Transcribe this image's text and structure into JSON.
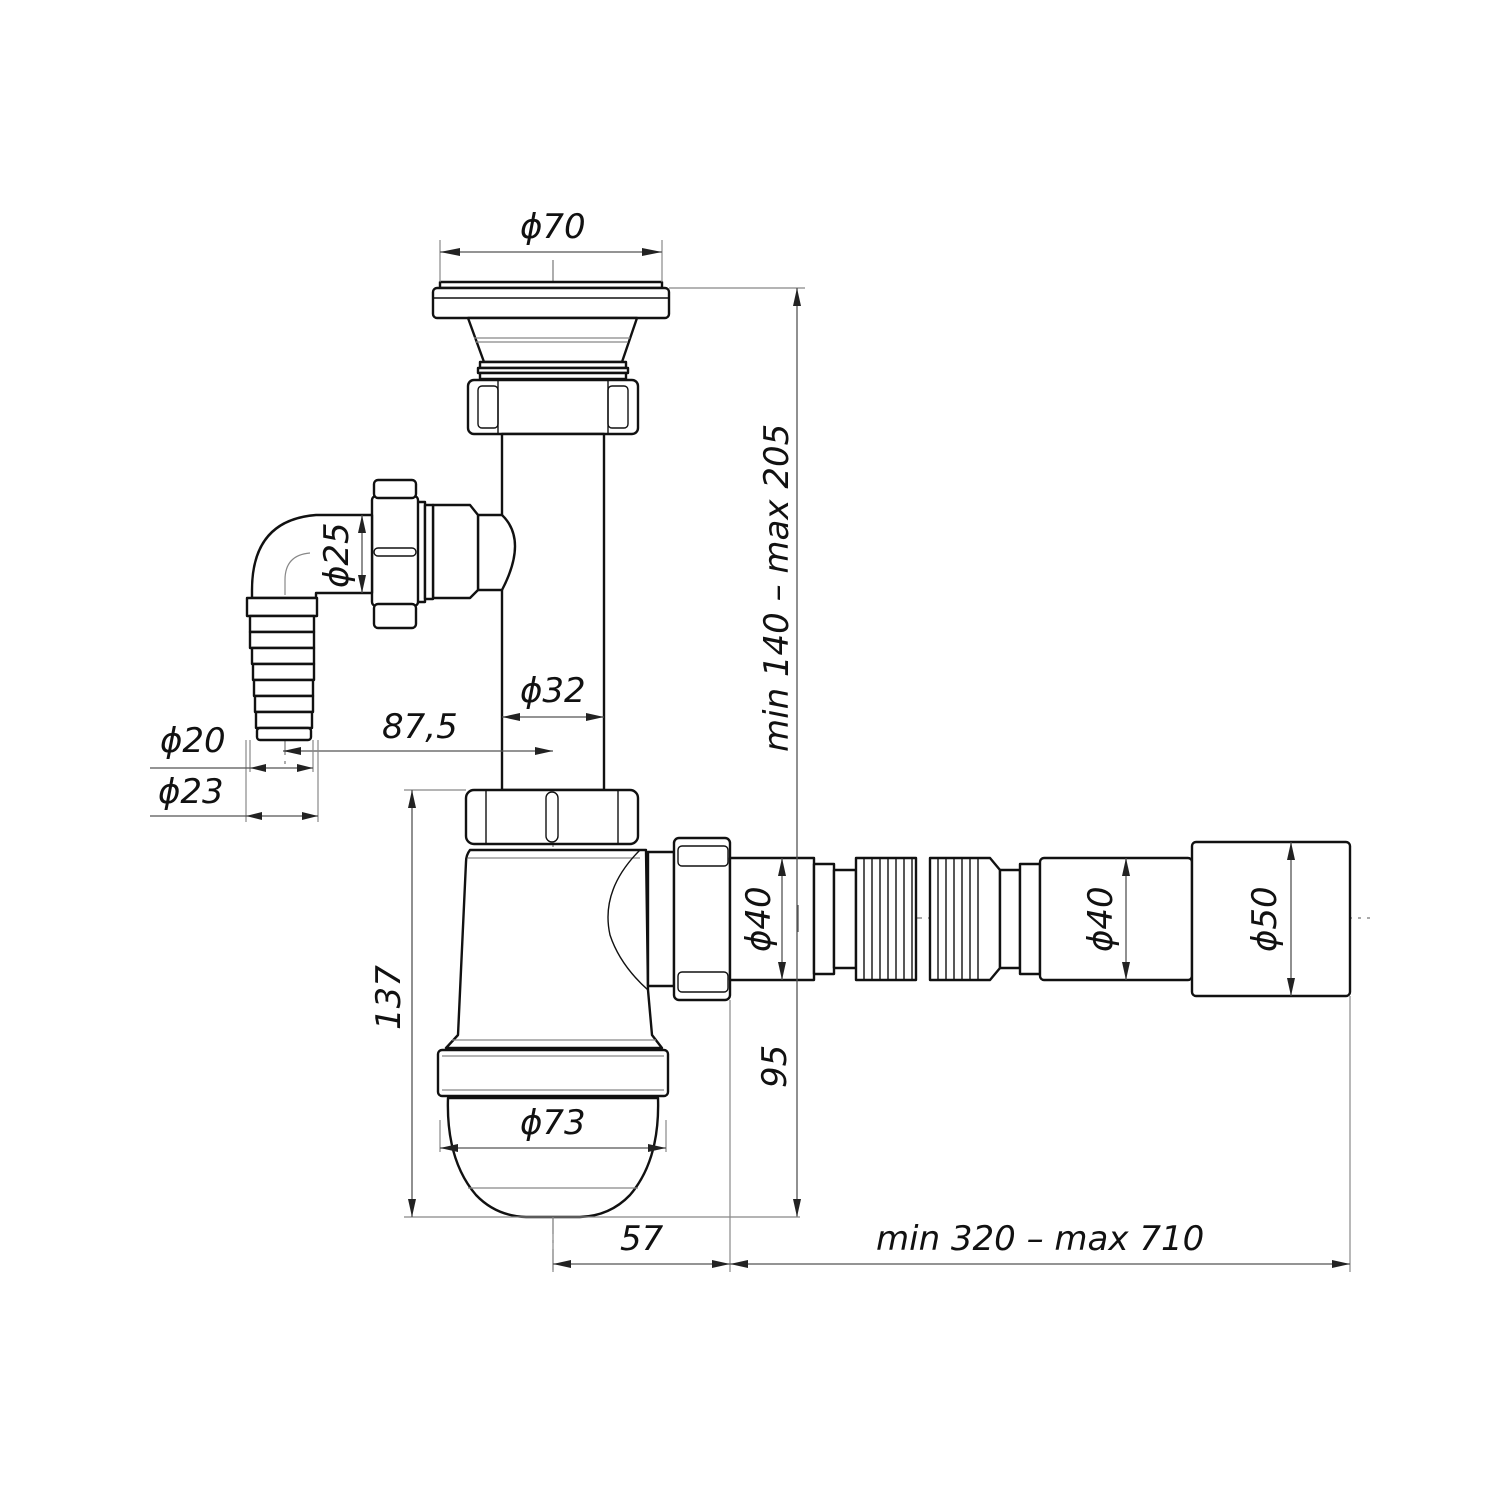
{
  "drawing": {
    "subject": "Bottle siphon with overflow elbow and flexible outlet",
    "line_color": "#111111",
    "dimension_color": "#555555",
    "background": "#ffffff"
  },
  "dimensions": {
    "strainer_diameter": "ϕ70",
    "side_inlet_diameter": "ϕ25",
    "inlet_pipe_diameter": "ϕ32",
    "side_offset": "87,5",
    "hose_tip_inner_diameter": "ϕ20",
    "hose_tip_outer_diameter": "ϕ23",
    "overall_height": "min 140 – max 205",
    "bottle_height": "137",
    "outlet_height": "95",
    "bottle_diameter": "ϕ73",
    "outlet_nut_diameter": "ϕ40",
    "flex_pipe_diameter": "ϕ40",
    "outlet_end_diameter": "ϕ50",
    "outlet_offset": "57",
    "flex_length": "min 320 – max 710"
  }
}
